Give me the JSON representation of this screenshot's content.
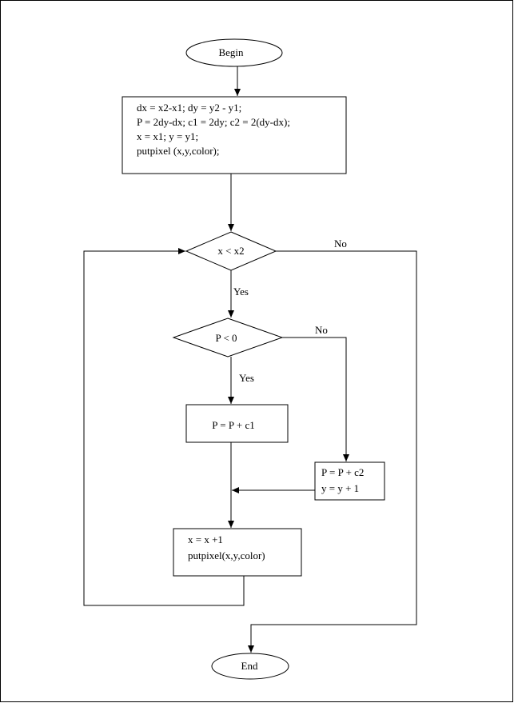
{
  "flowchart": {
    "begin_label": "Begin",
    "end_label": "End",
    "init_box": {
      "lines": [
        "dx = x2-x1; dy = y2 - y1;",
        "P = 2dy-dx; c1 = 2dy; c2 = 2(dy-dx);",
        "x =  x1; y = y1;",
        "putpixel (x,y,color);"
      ]
    },
    "loop_decision_label": "x <  x2",
    "loop_yes_label": "Yes",
    "loop_no_label": "No",
    "p_decision_label": "P < 0",
    "p_yes_label": "Yes",
    "p_no_label": "No",
    "yes_box_label": "P = P + c1",
    "no_box": {
      "lines": [
        "P = P + c2",
        "y = y + 1"
      ]
    },
    "step_box": {
      "lines": [
        "x = x +1",
        "putpixel(x,y,color)"
      ]
    }
  }
}
